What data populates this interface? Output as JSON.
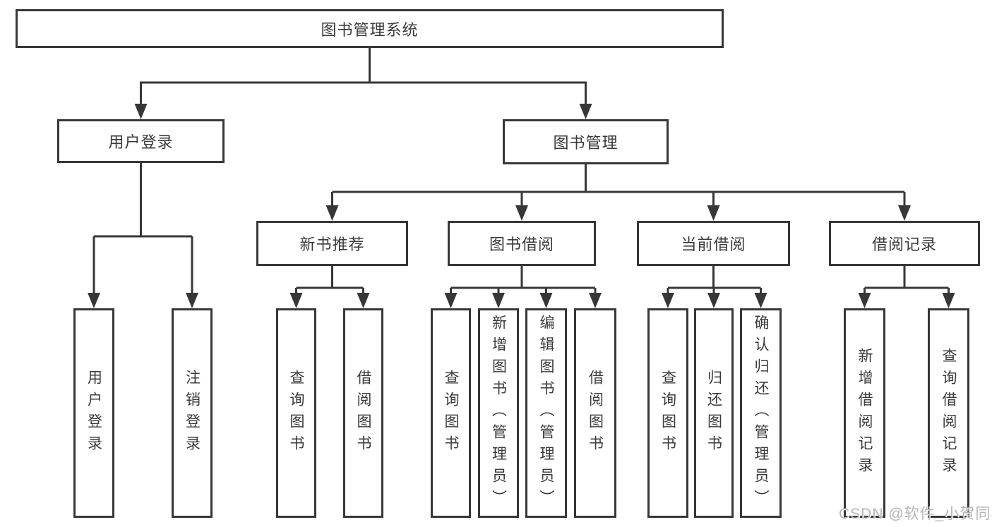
{
  "tree": {
    "root": {
      "label": "图书管理系统",
      "children": [
        {
          "label": "用户登录",
          "children": [
            {
              "label": "用户登录"
            },
            {
              "label": "注销登录"
            }
          ]
        },
        {
          "label": "图书管理",
          "children": [
            {
              "label": "新书推荐",
              "children": [
                {
                  "label": "查询图书"
                },
                {
                  "label": "借阅图书"
                }
              ]
            },
            {
              "label": "图书借阅",
              "children": [
                {
                  "label": "查询图书"
                },
                {
                  "label": "新增图书（管理员）"
                },
                {
                  "label": "编辑图书（管理员）"
                },
                {
                  "label": "借阅图书"
                }
              ]
            },
            {
              "label": "当前借阅",
              "children": [
                {
                  "label": "查询图书"
                },
                {
                  "label": "归还图书"
                },
                {
                  "label": "确认归还（管理员）"
                }
              ]
            },
            {
              "label": "借阅记录",
              "children": [
                {
                  "label": "新增借阅记录"
                },
                {
                  "label": "查询借阅记录"
                }
              ]
            }
          ]
        }
      ]
    }
  },
  "watermark": {
    "text": "CSDN @软件_小贺同学"
  },
  "colors": {
    "line": "#373737",
    "text": "#3a3a3a",
    "watermark": "#b5b5b5",
    "background": "#ffffff"
  }
}
